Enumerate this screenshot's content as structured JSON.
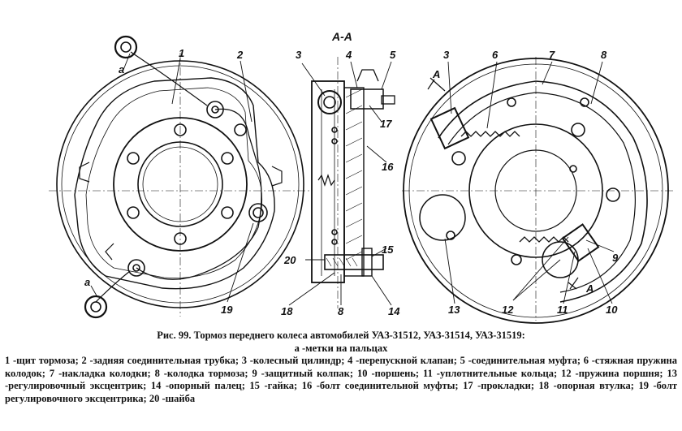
{
  "diagram": {
    "section_label": "А-А",
    "callouts": {
      "n1": "1",
      "n2": "2",
      "n3": "3",
      "n4": "4",
      "n5": "5",
      "n6": "6",
      "n7": "7",
      "n8": "8",
      "n9": "9",
      "n10": "10",
      "n11": "11",
      "n12": "12",
      "n13": "13",
      "n14": "14",
      "n15": "15",
      "n16": "16",
      "n17": "17",
      "n18": "18",
      "n19": "19",
      "n20": "20",
      "a": "a",
      "A": "A"
    }
  },
  "caption": {
    "title": "Рис. 99. Тормоз переднего колеса автомобилей УАЗ-31512, УАЗ-31514, УАЗ-31519:",
    "subtitle": "а -метки на пальцах",
    "legend": "1 -щит тормоза; 2 -задняя соединительная трубка; 3 -колесный цилиндр; 4 -перепускной клапан; 5 -соединительная муфта; 6 -стяжная пружина колодок; 7 -накладка колодки; 8 -колодка тормоза; 9 -защитный колпак; 10 -поршень; 11 -уплотнительные кольца; 12 -пружина поршня; 13 -регулировочный эксцентрик; 14 -опорный палец; 15 -гайка; 16 -болт соединительной муфты; 17 -прокладки; 18 -опорная втулка; 19 -болт регулировочного эксцентрика; 20 -шайба"
  }
}
